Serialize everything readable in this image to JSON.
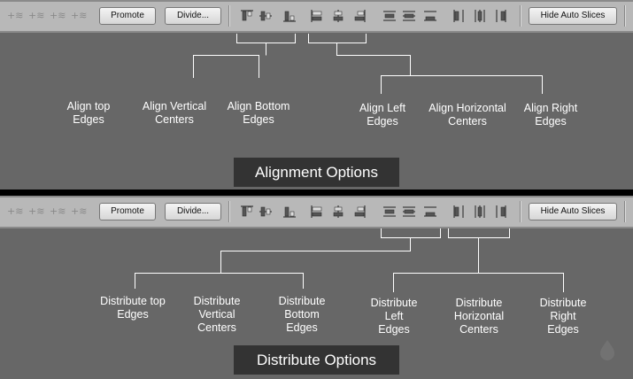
{
  "toolbar": {
    "promote": "Promote",
    "divide": "Divide...",
    "hide_auto_slices": "Hide Auto Slices",
    "layer_icons": [
      "promote-layer-icon",
      "promote-layer-icon",
      "promote-layer-icon",
      "promote-layer-icon"
    ],
    "align_icons": [
      "align-top-edges-icon",
      "align-vertical-centers-icon",
      "align-bottom-edges-icon",
      "align-left-edges-icon",
      "align-horizontal-centers-icon",
      "align-right-edges-icon"
    ],
    "distribute_icons": [
      "distribute-top-edges-icon",
      "distribute-vertical-centers-icon",
      "distribute-bottom-edges-icon",
      "distribute-left-edges-icon",
      "distribute-horizontal-centers-icon",
      "distribute-right-edges-icon"
    ]
  },
  "alignment": {
    "title": "Alignment Options",
    "labels": [
      [
        "Align top",
        "Edges"
      ],
      [
        "Align Vertical",
        "Centers"
      ],
      [
        "Align Bottom",
        "Edges"
      ],
      [
        "Align Left",
        "Edges"
      ],
      [
        "Align Horizontal",
        "Centers"
      ],
      [
        "Align Right",
        "Edges"
      ]
    ]
  },
  "distribute": {
    "title": "Distribute Options",
    "labels": [
      [
        "Distribute top",
        "Edges"
      ],
      [
        "Distribute",
        "Vertical",
        "Centers"
      ],
      [
        "Distribute",
        "Bottom",
        "Edges"
      ],
      [
        "Distribute",
        "Left",
        "Edges"
      ],
      [
        "Distribute",
        "Horizontal",
        "Centers"
      ],
      [
        "Distribute",
        "Right",
        "Edges"
      ]
    ]
  }
}
